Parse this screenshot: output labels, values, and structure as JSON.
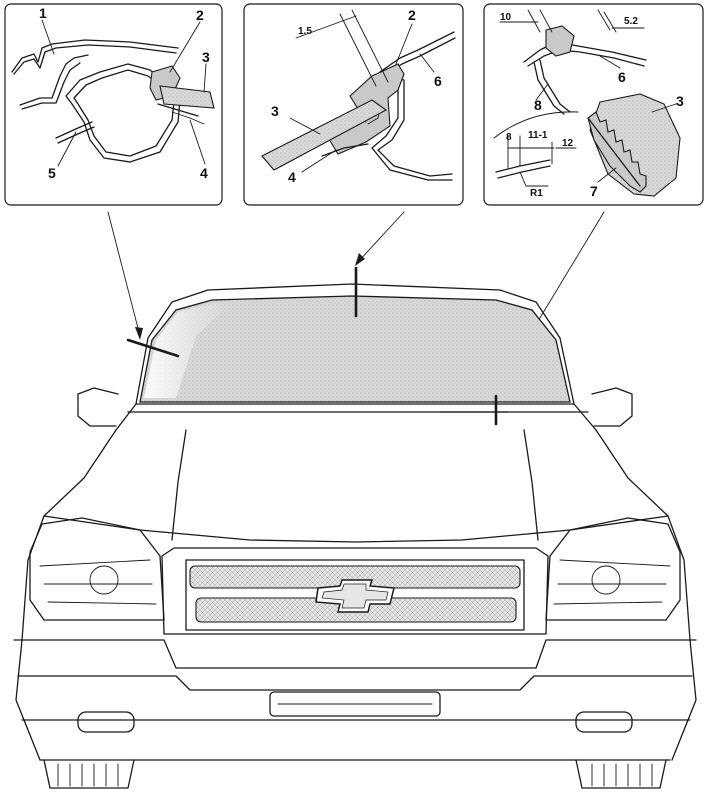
{
  "panels": [
    {
      "callouts": [
        "1",
        "2",
        "3",
        "4",
        "5"
      ]
    },
    {
      "callouts": [
        "2",
        "6",
        "3",
        "4"
      ],
      "dimensions": [
        "1.5"
      ]
    },
    {
      "callouts": [
        "6",
        "8",
        "3",
        "7"
      ],
      "dimensions": [
        "10",
        "5.2",
        "8",
        "11-1",
        "12",
        "R1"
      ]
    }
  ],
  "colors": {
    "line": "#1a1a1a",
    "glass": "#d7d7d7",
    "seal": "#c9c9c9",
    "background": "#ffffff"
  }
}
